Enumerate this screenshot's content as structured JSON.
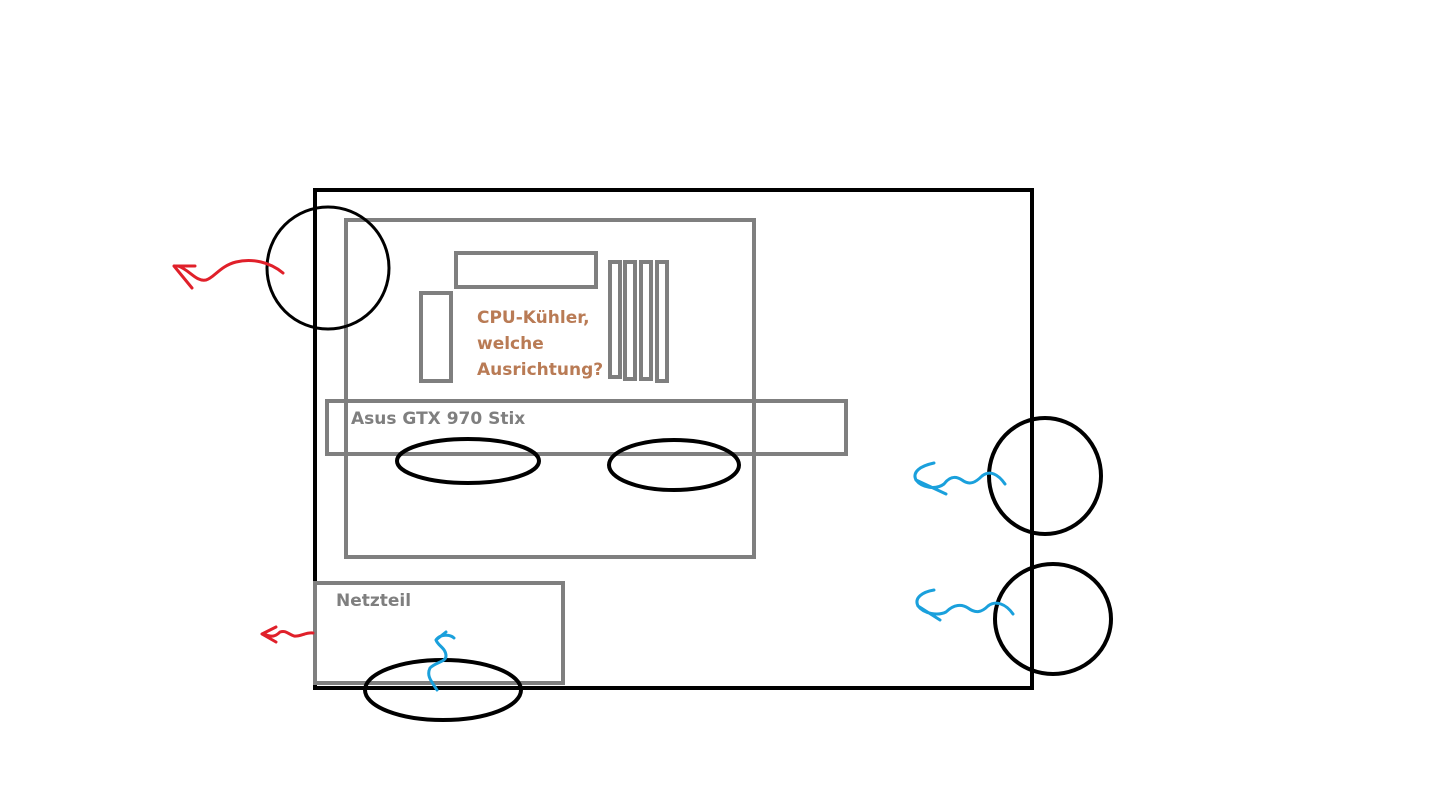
{
  "labels": {
    "cpu_cooler_line1": "CPU-Kühler,",
    "cpu_cooler_line2": "welche",
    "cpu_cooler_line3": "Ausrichtung?",
    "gpu": "Asus GTX 970 Stix",
    "psu": "Netzteil"
  },
  "colors": {
    "case_outline": "#000000",
    "component_outline": "#7f7f7f",
    "cpu_label": "#b97b55",
    "component_label": "#7f7f7f",
    "exhaust_arrow": "#e0202a",
    "intake_arrow": "#1aa0dc"
  }
}
